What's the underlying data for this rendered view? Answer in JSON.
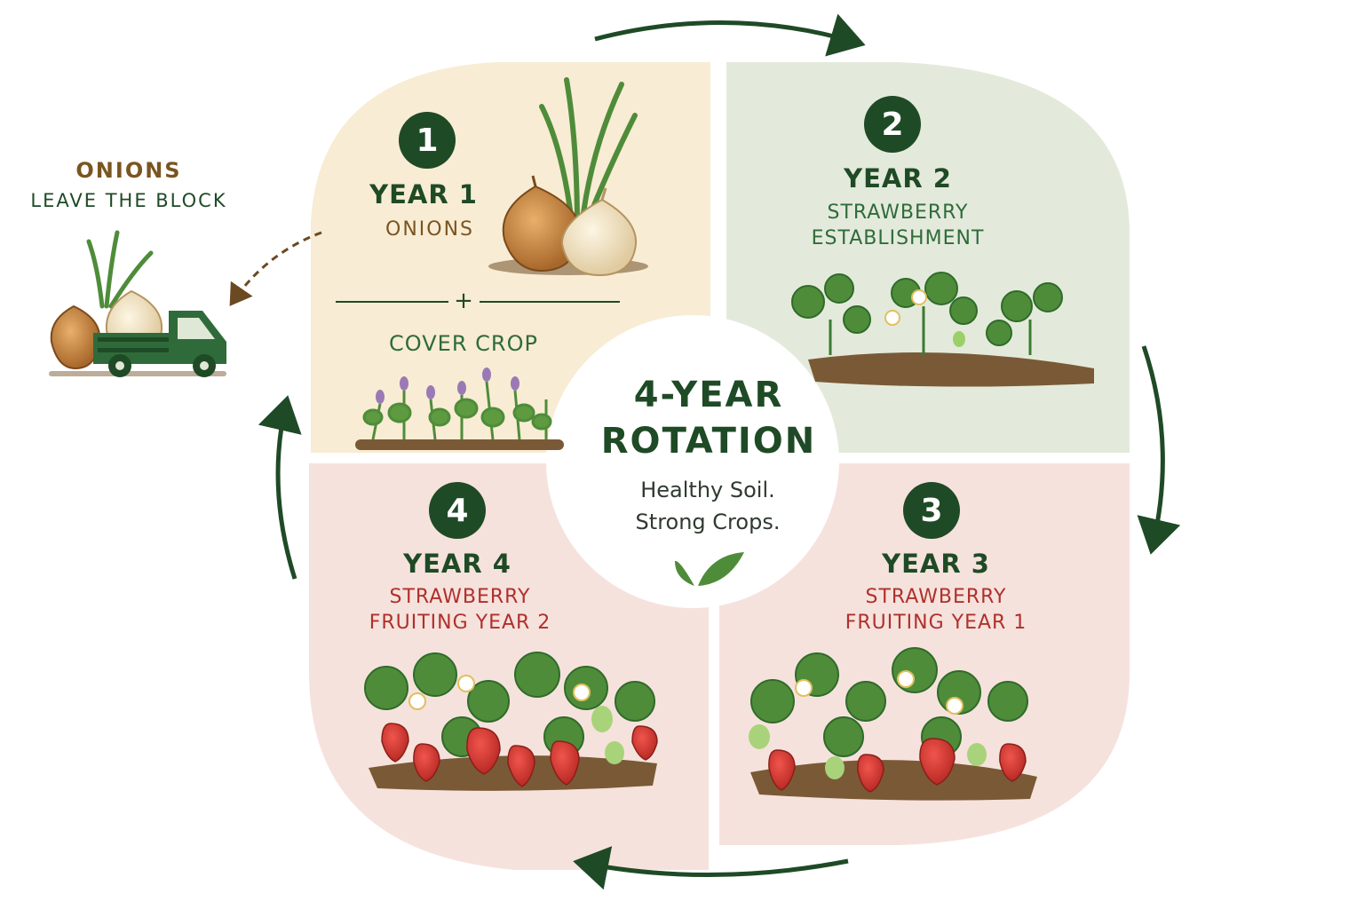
{
  "center": {
    "title_line1": "4-YEAR",
    "title_line2": "ROTATION",
    "subtitle_line1": "Healthy Soil.",
    "subtitle_line2": "Strong Crops."
  },
  "quadrants": [
    {
      "number": "1",
      "year": "YEAR 1",
      "crop": "ONIONS",
      "divider_symbol": "+",
      "secondary": "COVER CROP",
      "bg_color": "#f8ecd4"
    },
    {
      "number": "2",
      "year": "YEAR 2",
      "crop_line1": "STRAWBERRY",
      "crop_line2": "ESTABLISHMENT",
      "bg_color": "#e3eadb"
    },
    {
      "number": "3",
      "year": "YEAR 3",
      "crop_line1": "STRAWBERRY",
      "crop_line2": "FRUITING YEAR 1",
      "bg_color": "#f6e2dc"
    },
    {
      "number": "4",
      "year": "YEAR 4",
      "crop_line1": "STRAWBERRY",
      "crop_line2": "FRUITING YEAR 2",
      "bg_color": "#f6e2dc"
    }
  ],
  "exit_note": {
    "title": "ONIONS",
    "subtitle": "LEAVE THE BLOCK"
  },
  "colors": {
    "primary_green": "#1f4a26",
    "onion_brown": "#7a5520",
    "strawberry_red": "#b0302c"
  },
  "icons": [
    "onion-icon",
    "cover-crop-icon",
    "strawberry-plant-icon",
    "strawberry-icon",
    "leaf-icon",
    "truck-icon",
    "cycle-arrow-icon"
  ]
}
